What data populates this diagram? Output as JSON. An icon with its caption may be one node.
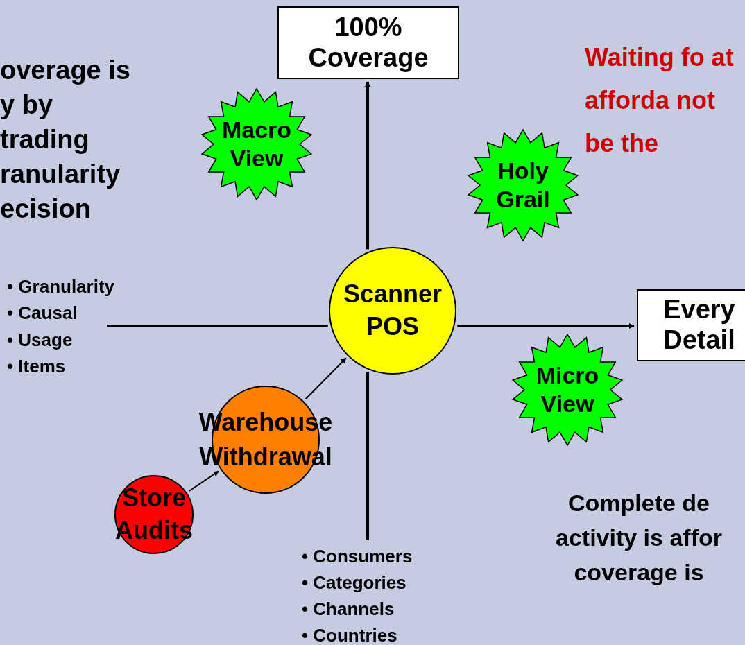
{
  "diagram": {
    "nodes": [
      {
        "text": [
          "100% Coverage"
        ]
      },
      {
        "text": [
          "Macro View"
        ]
      },
      {
        "text": [
          "Holy Grail"
        ]
      },
      {
        "text": [
          "Scanner POS"
        ]
      },
      {
        "text": [
          "Every Detail"
        ]
      },
      {
        "text": [
          "Micro View"
        ]
      },
      {
        "text": [
          "Warehouse Withdrawal"
        ]
      },
      {
        "text": [
          "Store Audits"
        ]
      },
      {
        "text": [
          "• Granularity",
          "• Causal",
          "• Usage",
          "• Items"
        ]
      },
      {
        "text": [
          "• Consumers",
          "• Categories",
          "• Channels",
          "• Countries"
        ]
      }
    ],
    "edges": [
      {
        "from": 3,
        "to": 0,
        "arrow": "to"
      },
      {
        "from": 3,
        "to": 4,
        "arrow": "to"
      },
      {
        "from": 8,
        "to": 3,
        "arrow": "none"
      },
      {
        "from": 3,
        "to": 9,
        "arrow": "none"
      },
      {
        "from": 7,
        "to": 6,
        "arrow": "to"
      },
      {
        "from": 6,
        "to": 3,
        "arrow": "to"
      }
    ],
    "labels": [
      "overage is y by trading ranularity ecision",
      "Waiting fo at afforda not be the",
      "Complete de activity is affor coverage is"
    ]
  }
}
